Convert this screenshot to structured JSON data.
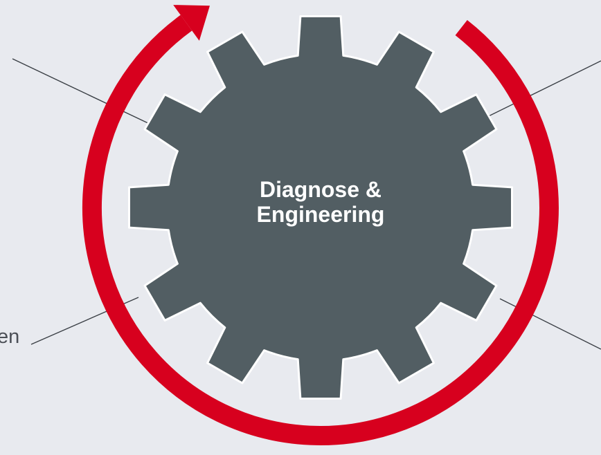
{
  "gear": {
    "label_line1": "Diagnose &",
    "label_line2": "Engineering"
  },
  "side_text_fragment": "en",
  "colors": {
    "background": "#e8eaef",
    "gear_fill": "#525e63",
    "gear_outline": "#ffffff",
    "cycle_arrow": "#d7001e",
    "connector_line": "#3a3f45",
    "side_text": "#4b4f56"
  },
  "icons": {
    "gear": "gear-icon",
    "cycle_arrow": "cycle-arrow-icon"
  }
}
